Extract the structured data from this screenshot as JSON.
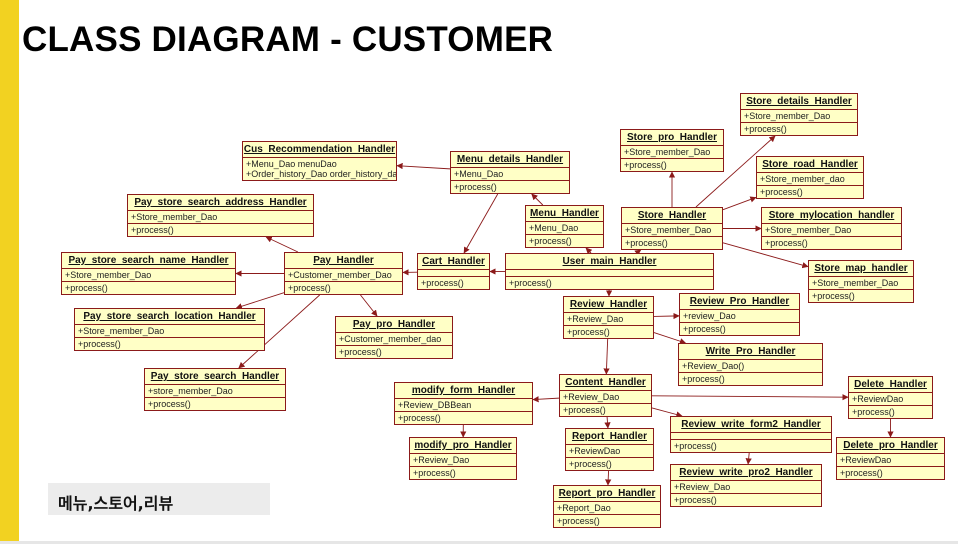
{
  "title": "CLASS DIAGRAM - CUSTOMER",
  "caption": "메뉴,스토어,리뷰",
  "colors": {
    "accent": "#f2d221",
    "class_fill": "#ffffc6",
    "class_border": "#8b1a1a",
    "arrow": "#8b1a1a"
  },
  "classes": [
    {
      "name": "Cus_Recommendation_Handler",
      "attrs": [
        "+Menu_Dao menuDao",
        "+Order_history_Dao order_history_dao"
      ],
      "ops": []
    },
    {
      "name": "Menu_details_Handler",
      "attrs": [
        "+Menu_Dao"
      ],
      "ops": [
        "+process()"
      ]
    },
    {
      "name": "Store_pro_Handler",
      "attrs": [
        "+Store_member_Dao"
      ],
      "ops": [
        "+process()"
      ]
    },
    {
      "name": "Store_details_Handler",
      "attrs": [
        "+Store_member_Dao"
      ],
      "ops": [
        "+process()"
      ]
    },
    {
      "name": "Store_road_Handler",
      "attrs": [
        "+Store_member_dao"
      ],
      "ops": [
        "+process()"
      ]
    },
    {
      "name": "Pay_store_search_address_Handler",
      "attrs": [
        "+Store_member_Dao"
      ],
      "ops": [
        "+process()"
      ]
    },
    {
      "name": "Menu_Handler",
      "attrs": [
        "+Menu_Dao"
      ],
      "ops": [
        "+process()"
      ]
    },
    {
      "name": "Store_Handler",
      "attrs": [
        "+Store_member_Dao"
      ],
      "ops": [
        "+process()"
      ]
    },
    {
      "name": "Store_mylocation_handler",
      "attrs": [
        "+Store_member_Dao"
      ],
      "ops": [
        "+process()"
      ]
    },
    {
      "name": "Pay_store_search_name_Handler",
      "attrs": [
        "+Store_member_Dao"
      ],
      "ops": [
        "+process()"
      ]
    },
    {
      "name": "Pay_Handler",
      "attrs": [
        "+Customer_member_Dao"
      ],
      "ops": [
        "+process()"
      ]
    },
    {
      "name": "Cart_Handler",
      "attrs": [],
      "ops": [
        "+process()"
      ]
    },
    {
      "name": "User_main_Handler",
      "attrs": [],
      "ops": [
        "+process()"
      ]
    },
    {
      "name": "Store_map_handler",
      "attrs": [
        "+Store_member_Dao"
      ],
      "ops": [
        "+process()"
      ]
    },
    {
      "name": "Review_Handler",
      "attrs": [
        "+Review_Dao"
      ],
      "ops": [
        "+process()"
      ]
    },
    {
      "name": "Review_Pro_Handler",
      "attrs": [
        "+review_Dao"
      ],
      "ops": [
        "+process()"
      ]
    },
    {
      "name": "Pay_store_search_location_Handler",
      "attrs": [
        "+Store_member_Dao"
      ],
      "ops": [
        "+process()"
      ]
    },
    {
      "name": "Pay_pro_Handler",
      "attrs": [
        "+Customer_member_dao"
      ],
      "ops": [
        "+process()"
      ]
    },
    {
      "name": "Write_Pro_Handler",
      "attrs": [
        "+Review_Dao()"
      ],
      "ops": [
        "+process()"
      ]
    },
    {
      "name": "Pay_store_search_Handler",
      "attrs": [
        "+store_member_Dao"
      ],
      "ops": [
        "+process()"
      ]
    },
    {
      "name": "modify_form_Handler",
      "attrs": [
        "+Review_DBBean"
      ],
      "ops": [
        "+process()"
      ]
    },
    {
      "name": "Content_Handler",
      "attrs": [
        "+Review_Dao"
      ],
      "ops": [
        "+process()"
      ]
    },
    {
      "name": "Delete_Handler",
      "attrs": [
        "+ReviewDao"
      ],
      "ops": [
        "+process()"
      ]
    },
    {
      "name": "Review_write_form2_Handler",
      "attrs": [],
      "ops": [
        "+process()"
      ]
    },
    {
      "name": "Report_Handler",
      "attrs": [
        "+ReviewDao"
      ],
      "ops": [
        "+process()"
      ]
    },
    {
      "name": "modify_pro_Handler",
      "attrs": [
        "+Review_Dao"
      ],
      "ops": [
        "+process()"
      ]
    },
    {
      "name": "Delete_pro_Handler",
      "attrs": [
        "+ReviewDao"
      ],
      "ops": [
        "+process()"
      ]
    },
    {
      "name": "Review_write_pro2_Handler",
      "attrs": [
        "+Review_Dao"
      ],
      "ops": [
        "+process()"
      ]
    },
    {
      "name": "Report_pro_Handler",
      "attrs": [
        "+Report_Dao"
      ],
      "ops": [
        "+process()"
      ]
    }
  ],
  "links": [
    {
      "from": "Menu_details_Handler",
      "to": "Cus_Recommendation_Handler"
    },
    {
      "from": "Menu_details_Handler",
      "to": "Cart_Handler"
    },
    {
      "from": "Menu_Handler",
      "to": "Menu_details_Handler"
    },
    {
      "from": "User_main_Handler",
      "to": "Menu_Handler"
    },
    {
      "from": "User_main_Handler",
      "to": "Store_Handler"
    },
    {
      "from": "User_main_Handler",
      "to": "Cart_Handler"
    },
    {
      "from": "User_main_Handler",
      "to": "Review_Handler"
    },
    {
      "from": "Cart_Handler",
      "to": "Pay_Handler"
    },
    {
      "from": "Store_Handler",
      "to": "Store_pro_Handler"
    },
    {
      "from": "Store_Handler",
      "to": "Store_details_Handler"
    },
    {
      "from": "Store_Handler",
      "to": "Store_road_Handler"
    },
    {
      "from": "Store_Handler",
      "to": "Store_mylocation_handler"
    },
    {
      "from": "Store_Handler",
      "to": "Store_map_handler"
    },
    {
      "from": "Pay_Handler",
      "to": "Pay_store_search_address_Handler"
    },
    {
      "from": "Pay_Handler",
      "to": "Pay_store_search_name_Handler"
    },
    {
      "from": "Pay_Handler",
      "to": "Pay_store_search_location_Handler"
    },
    {
      "from": "Pay_Handler",
      "to": "Pay_store_search_Handler"
    },
    {
      "from": "Pay_Handler",
      "to": "Pay_pro_Handler"
    },
    {
      "from": "Review_Handler",
      "to": "Review_Pro_Handler"
    },
    {
      "from": "Review_Handler",
      "to": "Write_Pro_Handler"
    },
    {
      "from": "Review_Handler",
      "to": "Content_Handler"
    },
    {
      "from": "Content_Handler",
      "to": "modify_form_Handler"
    },
    {
      "from": "Content_Handler",
      "to": "Report_Handler"
    },
    {
      "from": "Content_Handler",
      "to": "Delete_Handler"
    },
    {
      "from": "Content_Handler",
      "to": "Review_write_form2_Handler"
    },
    {
      "from": "modify_form_Handler",
      "to": "modify_pro_Handler"
    },
    {
      "from": "Report_Handler",
      "to": "Report_pro_Handler"
    },
    {
      "from": "Delete_Handler",
      "to": "Delete_pro_Handler"
    },
    {
      "from": "Review_write_form2_Handler",
      "to": "Review_write_pro2_Handler"
    }
  ]
}
